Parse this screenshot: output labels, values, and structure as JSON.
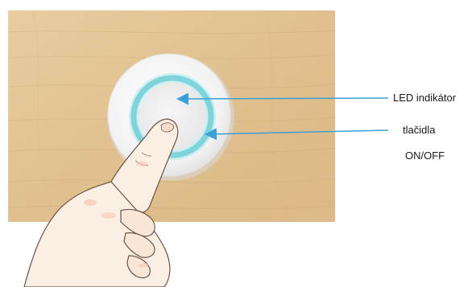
{
  "labels": {
    "led_indicator": "LED indikátor",
    "button_name": "tlačidla",
    "button_state": "ON/OFF"
  },
  "colors": {
    "wood_base": "#e3c596",
    "led_ring": "#7fd4dc",
    "arrow": "#3aa0d6",
    "button_body": "#ffffff"
  },
  "icons": [
    "touch-button-icon",
    "hand-icon"
  ]
}
